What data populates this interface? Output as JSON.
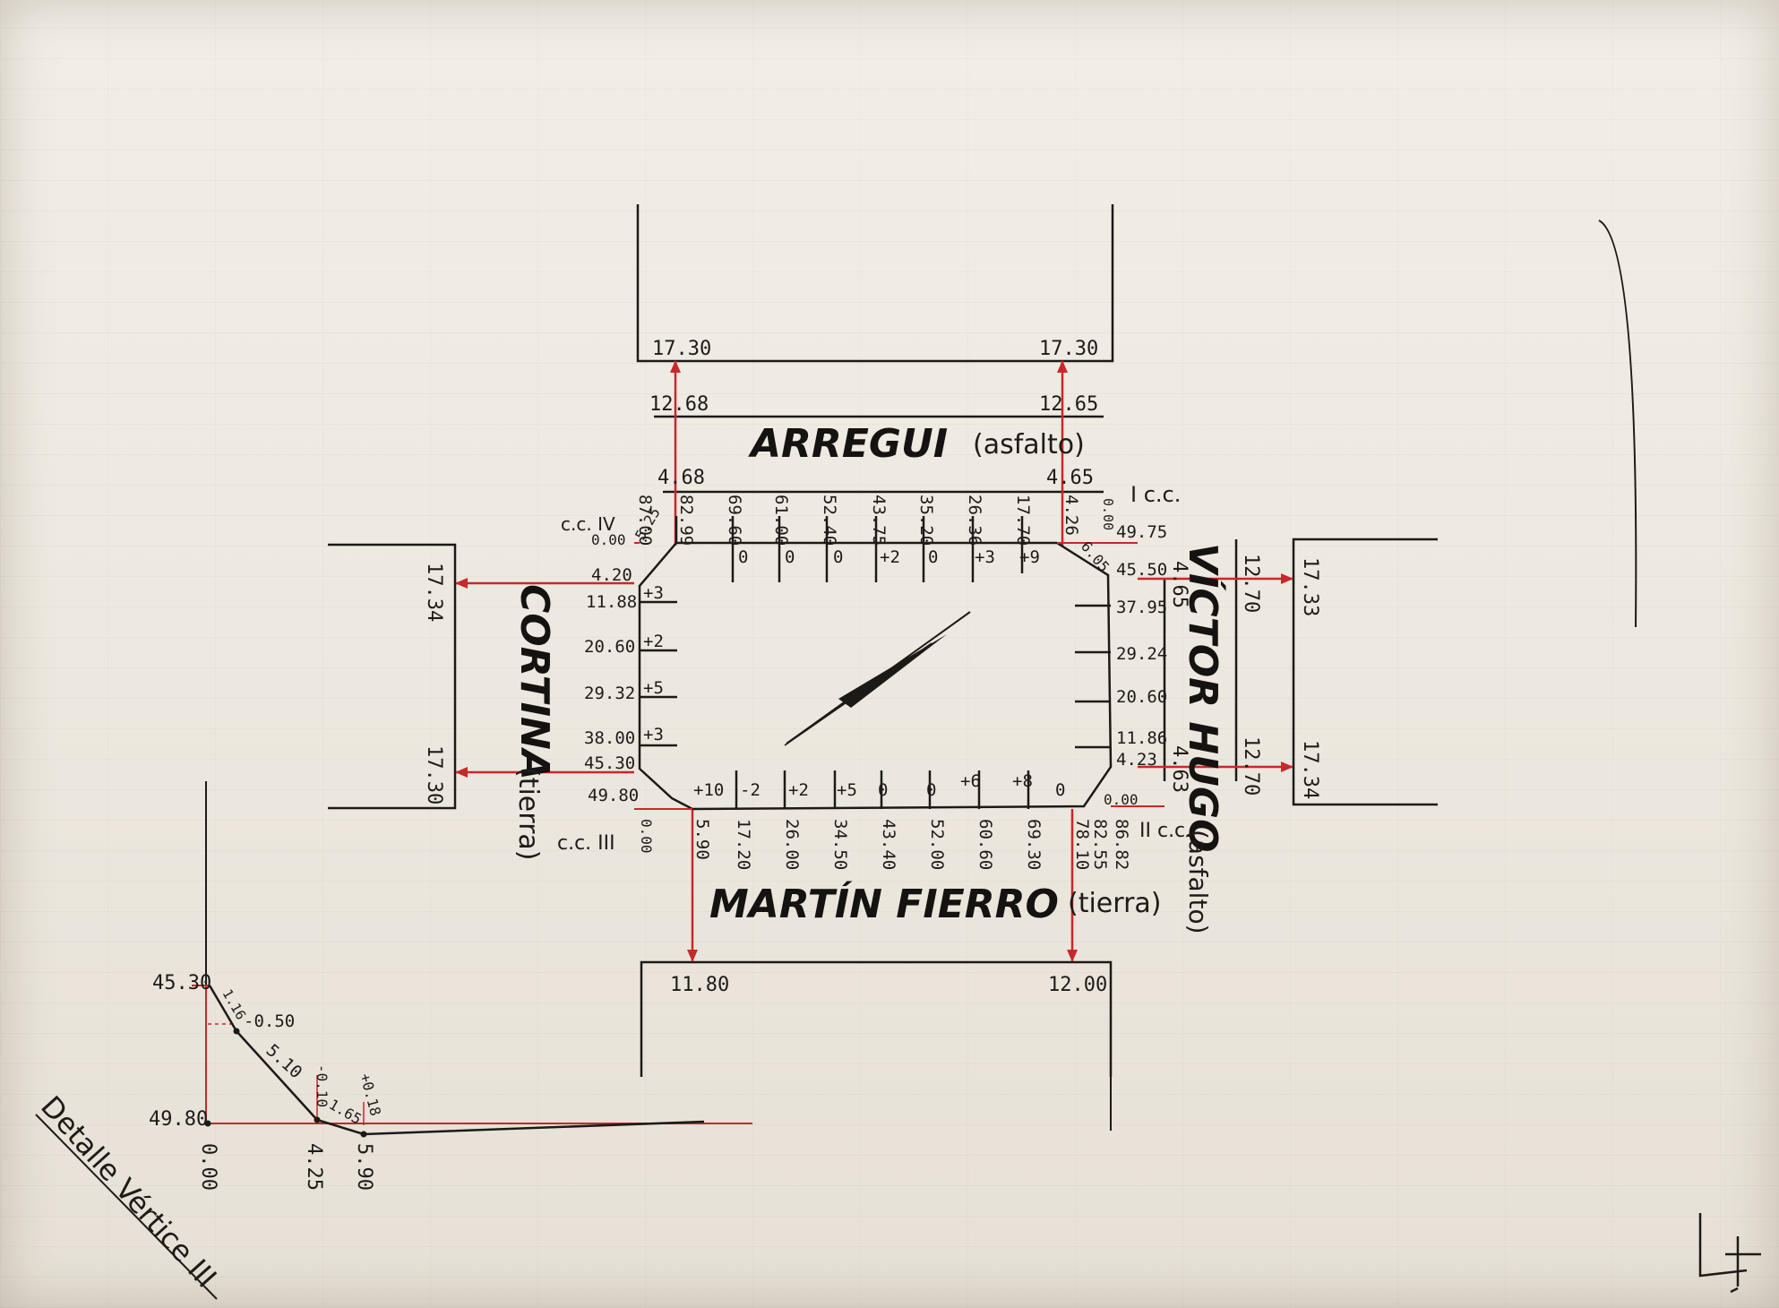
{
  "streets": {
    "top": {
      "name": "ARREGUI",
      "surface": "(asfalto)"
    },
    "left": {
      "name": "CORTINA",
      "surface": "(tierra)"
    },
    "right": {
      "name": "VÍCTOR HUGO",
      "surface": "(asfalto)"
    },
    "bottom": {
      "name": "MARTÍN FIERRO",
      "surface": "(tierra)"
    }
  },
  "corners": {
    "ne": "I c.c.",
    "se": "II c.c.",
    "sw": "c.c. III",
    "nw": "c.c. IV"
  },
  "top_section": {
    "left_far": "17.30",
    "right_far": "17.30",
    "left_mid": "12.68",
    "right_mid": "12.65",
    "left_near": "4.68",
    "right_near": "4.65"
  },
  "top_stations": [
    "87.00",
    "82.99",
    "69.60",
    "61.00",
    "52.40",
    "43.75",
    "35.20",
    "26.36",
    "17.70",
    "4.26",
    "0.00"
  ],
  "top_offsets": [
    "0",
    "0",
    "0",
    "+2",
    "0",
    "+3",
    "+9"
  ],
  "left_section": {
    "far_top": "17.34",
    "far_bottom": "17.30"
  },
  "left_stations": [
    "0.00",
    "4.20",
    "11.88",
    "20.60",
    "29.32",
    "38.00",
    "45.30",
    "49.80"
  ],
  "left_offsets": [
    "+3",
    "+2",
    "+5",
    "+3"
  ],
  "left_corner": "5.25",
  "right_section": {
    "far_top": "17.33",
    "far_bottom": "17.34",
    "mid_top": "12.70",
    "mid_bottom": "12.70",
    "near_top": "4.65",
    "near_bottom": "4.63"
  },
  "right_stations": [
    "49.75",
    "45.50",
    "37.95",
    "29.24",
    "20.60",
    "11.86",
    "4.23",
    "0.00"
  ],
  "right_corner": "6.05",
  "bottom_section": {
    "left_far": "11.80",
    "right_far": "12.00"
  },
  "bottom_stations": [
    "0.00",
    "5.90",
    "17.20",
    "26.00",
    "34.50",
    "43.40",
    "52.00",
    "60.60",
    "69.30",
    "78.10",
    "82.55",
    "86.82"
  ],
  "bottom_offsets": [
    "+10",
    "-2",
    "+2",
    "+5",
    "0",
    "0",
    "+6",
    "+8",
    "0"
  ],
  "detail": {
    "title": "Detalle Vértice III",
    "y_top": "45.30",
    "y_bottom": "49.80",
    "x_labels": [
      "0.00",
      "4.25",
      "5.90"
    ],
    "notes": [
      "1.16",
      "-0.50",
      "5.10",
      "-0.10",
      "1.65",
      "+0.18"
    ]
  },
  "initials": "L"
}
